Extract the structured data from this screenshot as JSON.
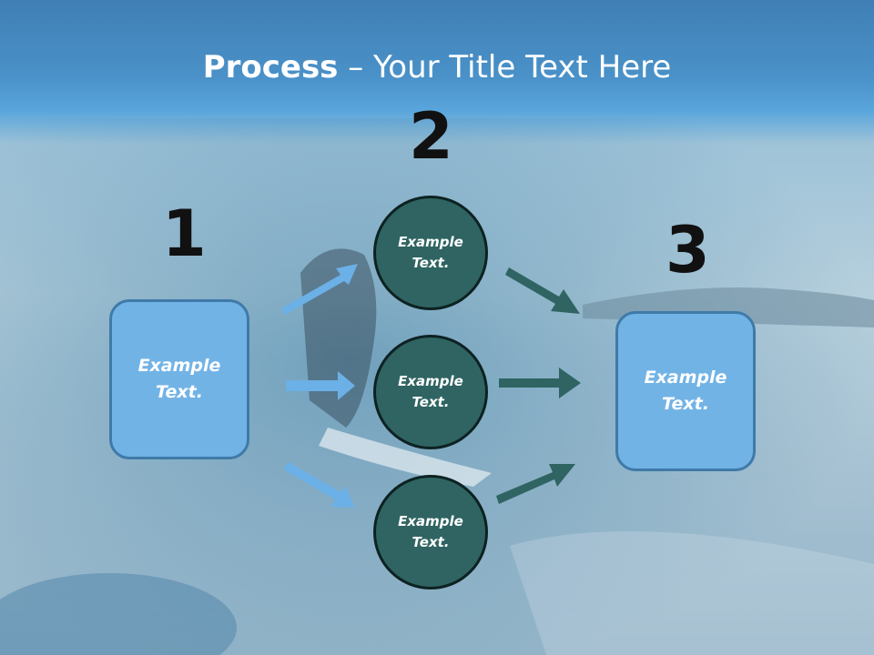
{
  "title": {
    "bold": "Process",
    "rest": " – Your Title Text Here"
  },
  "steps": {
    "one": {
      "number": "1",
      "label": "Example Text."
    },
    "two": {
      "number": "2",
      "items": [
        "Example Text.",
        "Example Text.",
        "Example Text."
      ]
    },
    "three": {
      "number": "3",
      "label": "Example Text."
    }
  },
  "colors": {
    "box_fill": "#72b3e6",
    "circle_fill": "#2f6462",
    "arrow_light": "#6bb0e6",
    "arrow_dark": "#2f6462"
  }
}
